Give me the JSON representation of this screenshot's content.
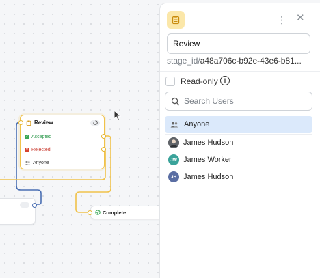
{
  "canvas": {
    "review_node": {
      "title": "Review",
      "rows": [
        {
          "label": "Accepted",
          "status_color": "#3aa757"
        },
        {
          "label": "Rejected",
          "status_color": "#d6452f"
        },
        {
          "label": "Anyone"
        }
      ]
    },
    "complete_node": {
      "title": "Complete"
    },
    "edge_colors": {
      "approval": "#f0c24a",
      "default": "#4a6fb3"
    }
  },
  "panel": {
    "stage_icon": "clipboard-icon",
    "stage_name": "Review",
    "stage_id_label": "stage_id/",
    "stage_id_value": "a48a706c-b92e-43e6-b81...",
    "read_only_label": "Read-only",
    "read_only_checked": false,
    "search_placeholder": "Search Users",
    "anyone_label": "Anyone",
    "users": [
      {
        "name": "James Hudson",
        "initials": "",
        "avatar_color": "#6b6f75"
      },
      {
        "name": "James Worker",
        "initials": "JW",
        "avatar_color": "#3aa39a"
      },
      {
        "name": "James Hudson",
        "initials": "JH",
        "avatar_color": "#5a6ea3"
      }
    ],
    "accent_color": "#dbe9fb",
    "stage_icon_bg": "#fbe7a9"
  }
}
